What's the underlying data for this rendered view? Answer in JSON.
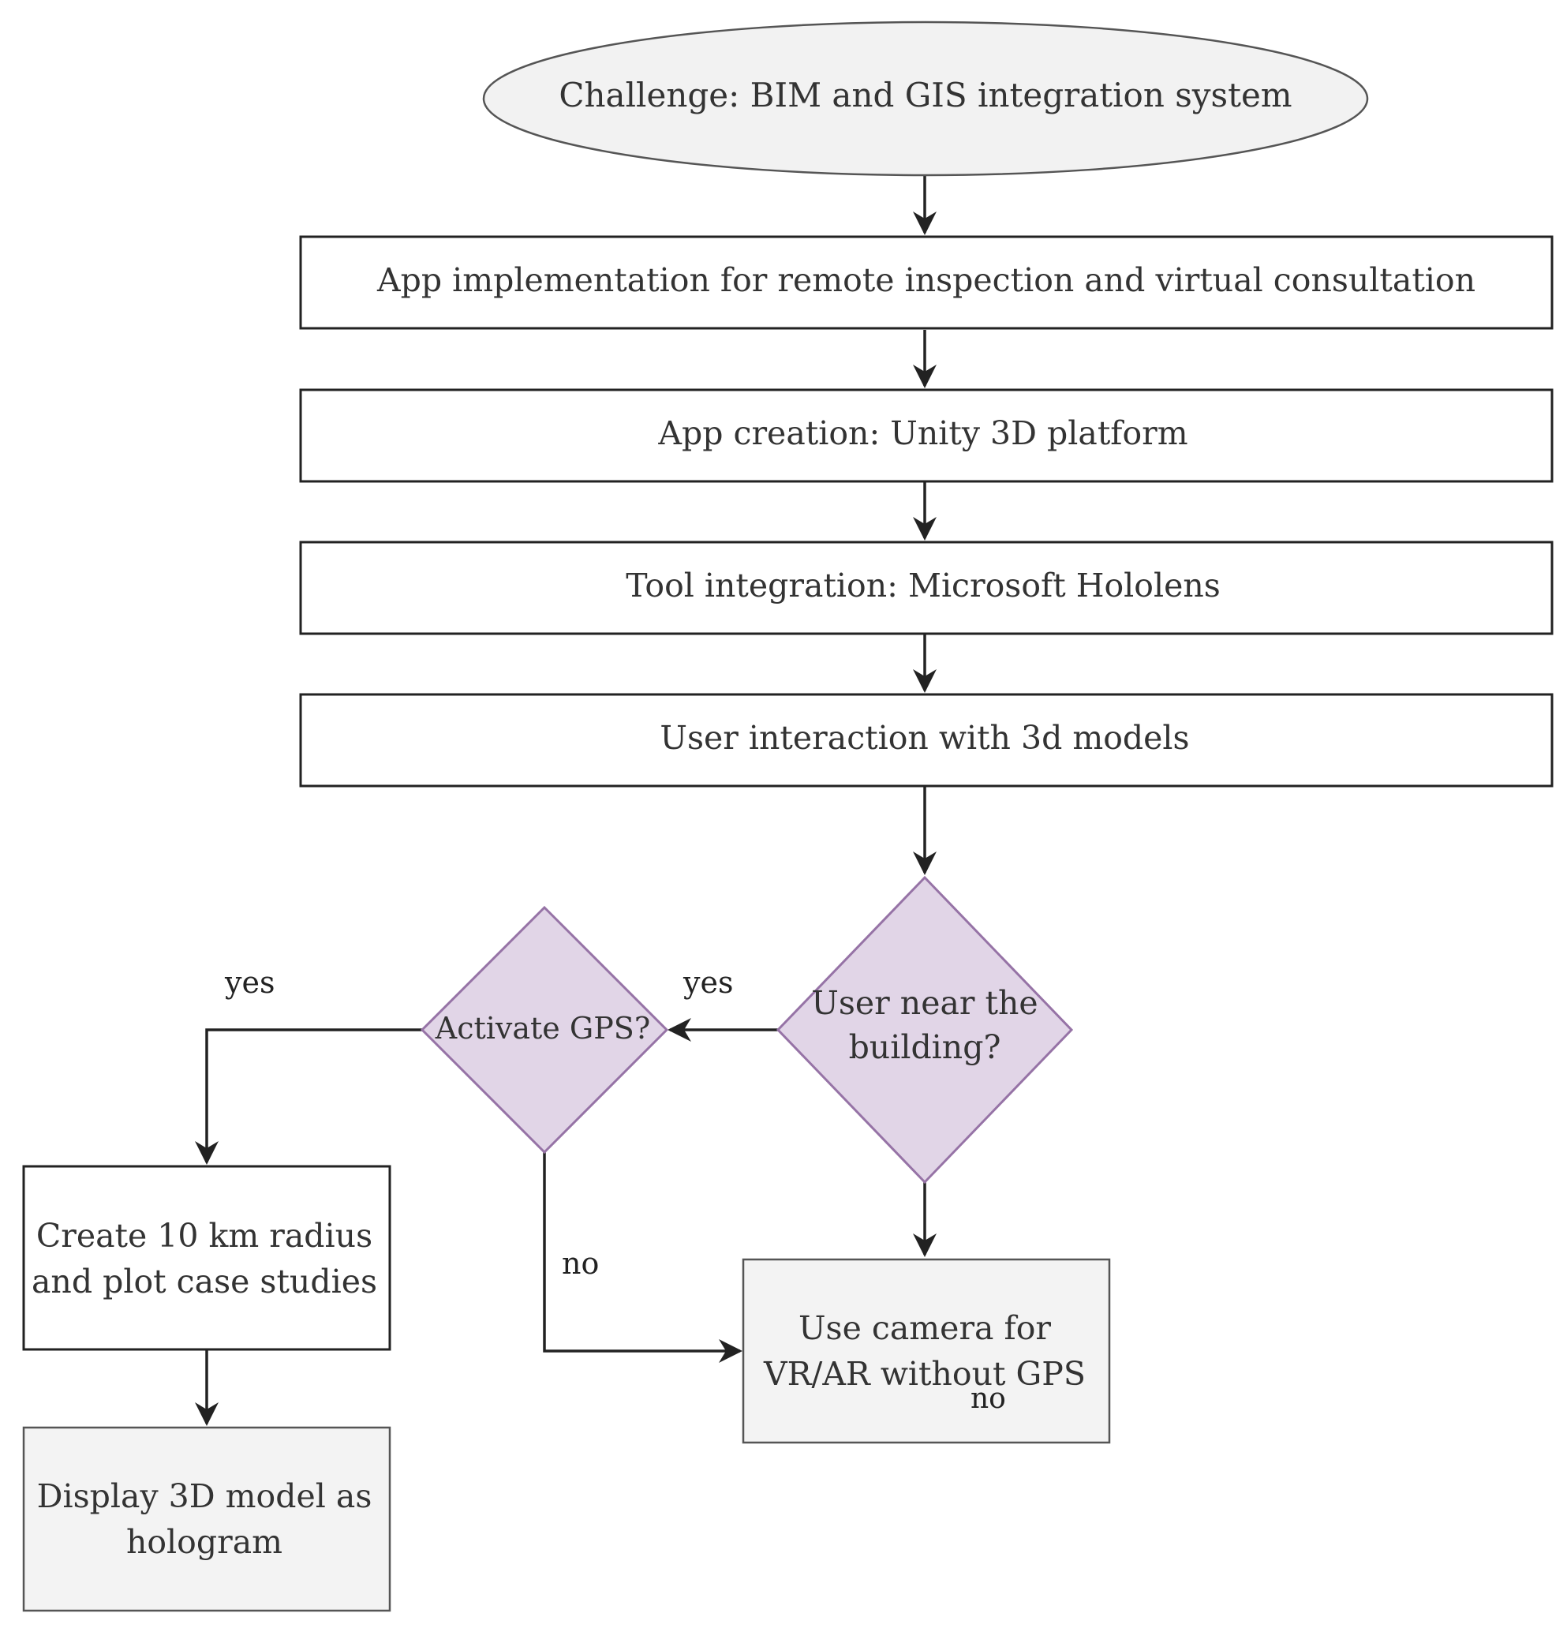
{
  "diagram": {
    "nodes": {
      "start": {
        "lines": [
          "Challenge: BIM and GIS integration system"
        ]
      },
      "step1": {
        "lines": [
          "App implementation for remote inspection and virtual consultation"
        ]
      },
      "step2": {
        "lines": [
          "App creation: Unity 3D platform"
        ]
      },
      "step3": {
        "lines": [
          "Tool integration: Microsoft Hololens"
        ]
      },
      "step4": {
        "lines": [
          "User interaction with 3d models"
        ]
      },
      "decision_near": {
        "lines": [
          "User near the",
          "building?"
        ]
      },
      "decision_gps": {
        "lines": [
          "Activate GPS?"
        ]
      },
      "radius": {
        "lines": [
          "Create 10 km radius",
          "and plot case studies"
        ]
      },
      "hologram": {
        "lines": [
          "Display 3D model as",
          "hologram"
        ]
      },
      "camera": {
        "lines": [
          "Use camera for",
          "VR/AR without GPS"
        ]
      }
    },
    "edge_labels": {
      "near_yes": "yes",
      "gps_yes": "yes",
      "gps_no": "no",
      "near_no": "no"
    },
    "colors": {
      "stroke": "#222222",
      "terminal_fill": "#f2f2f2",
      "box_fill": "#ffffff",
      "muted_box_fill": "#f3f3f3",
      "decision_fill": "#e1d5e7",
      "decision_stroke": "#9673a6"
    }
  }
}
